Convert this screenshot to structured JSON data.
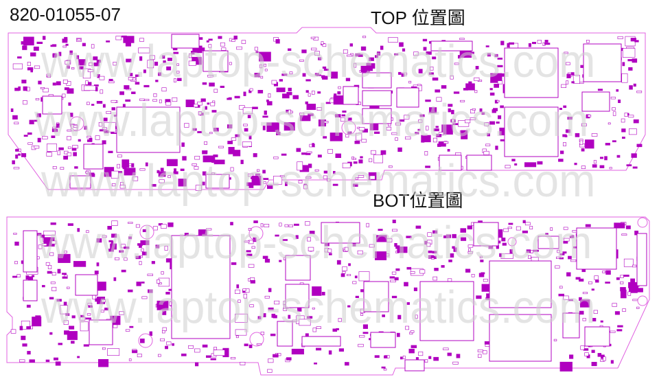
{
  "header": {
    "part_number": "820-01055-07",
    "top_title": "TOP 位置圖",
    "bot_title": "BOT位置圖"
  },
  "watermark": {
    "text": "www.laptop-schematics.com"
  },
  "colors": {
    "board_outline": "#e060e0",
    "component": "#b000c0",
    "watermark": "#cfcfcf"
  }
}
